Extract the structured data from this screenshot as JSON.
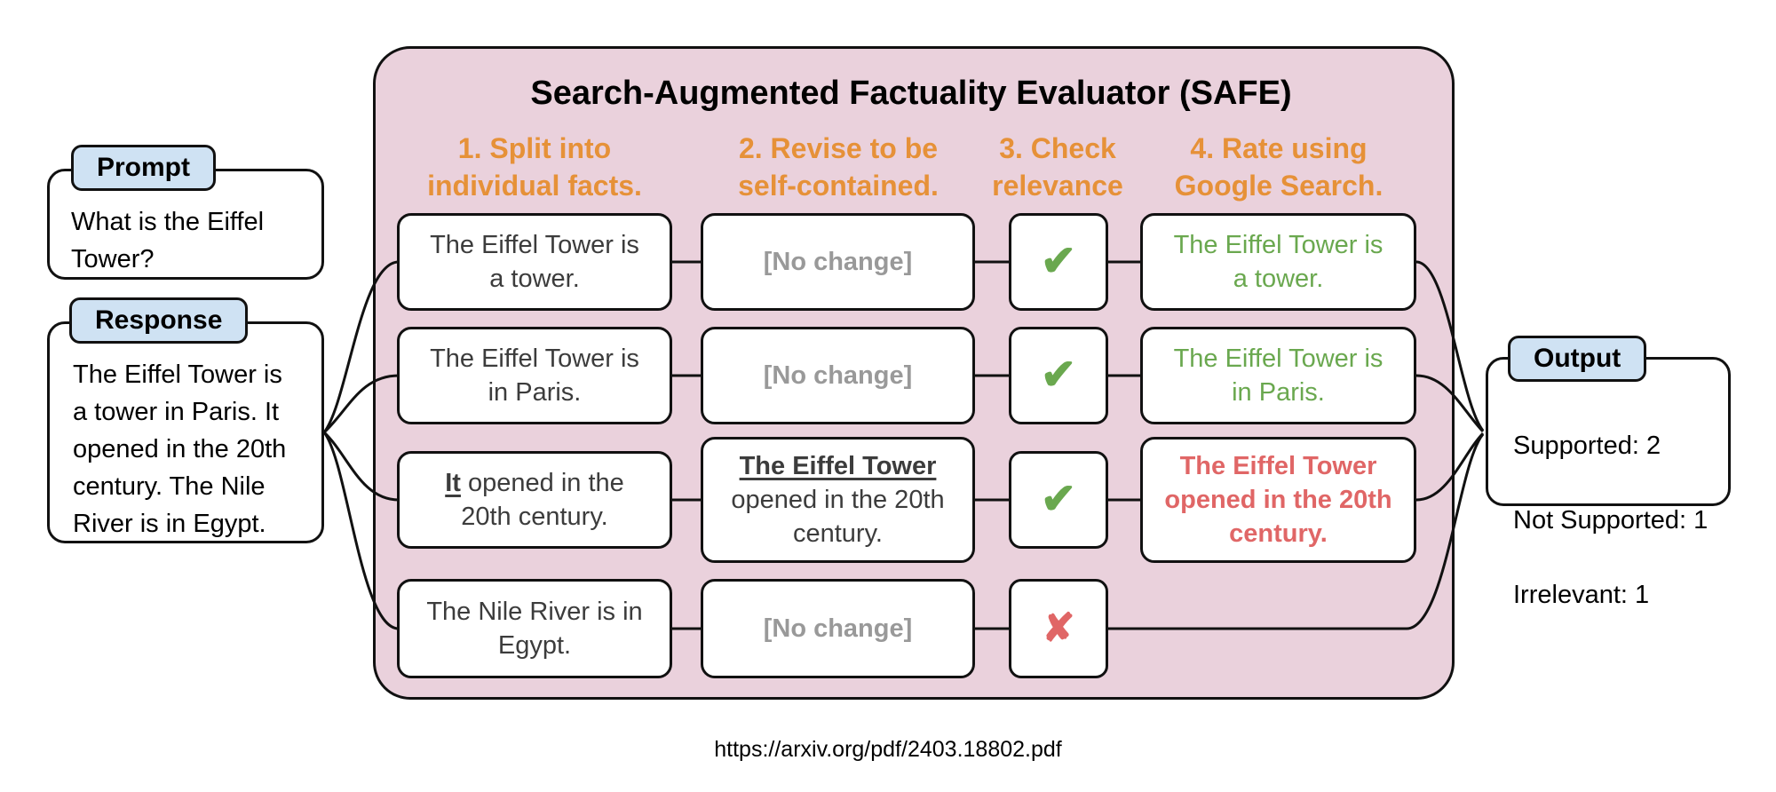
{
  "title": "Search-Augmented Factuality Evaluator (SAFE)",
  "steps": [
    {
      "label": "1. Split into\nindividual facts."
    },
    {
      "label": "2. Revise to be\nself-contained."
    },
    {
      "label": "3. Check\nrelevance"
    },
    {
      "label": "4. Rate using\nGoogle Search."
    }
  ],
  "prompt": {
    "label": "Prompt",
    "text": "What is the Eiffel\nTower?"
  },
  "response": {
    "label": "Response",
    "text": "The Eiffel Tower is\na tower in Paris. It\nopened in the 20th\ncentury. The Nile\nRiver is in Egypt."
  },
  "rows": [
    {
      "fact": "The Eiffel Tower is\na tower.",
      "revision": "[No change]",
      "relevance_icon": "✔",
      "rating": "The Eiffel Tower is\na tower."
    },
    {
      "fact": "The Eiffel Tower is\nin Paris.",
      "revision": "[No change]",
      "relevance_icon": "✔",
      "rating": "The Eiffel Tower is\nin Paris."
    },
    {
      "fact_emphasis": "It",
      "fact": " opened in the\n20th century.",
      "revision_emphasis": "The Eiffel Tower",
      "revision": "\nopened in the 20th\ncentury.",
      "relevance_icon": "✔",
      "rating": "The Eiffel Tower\nopened in the 20th\ncentury."
    },
    {
      "fact": "The Nile River is in\nEgypt.",
      "revision": "[No change]",
      "relevance_icon": "✘"
    }
  ],
  "output": {
    "label": "Output",
    "lines": [
      "Supported: 2",
      "Not Supported: 1",
      "Irrelevant: 1"
    ]
  },
  "caption": "https://arxiv.org/pdf/2403.18802.pdf",
  "colors": {
    "pink": "#ead1dc",
    "label-blue": "#cfe2f3",
    "orange": "#e69138",
    "green": "#6aa84f",
    "red": "#e06666",
    "gray": "#999999",
    "text-dark": "#3c3c3c"
  }
}
